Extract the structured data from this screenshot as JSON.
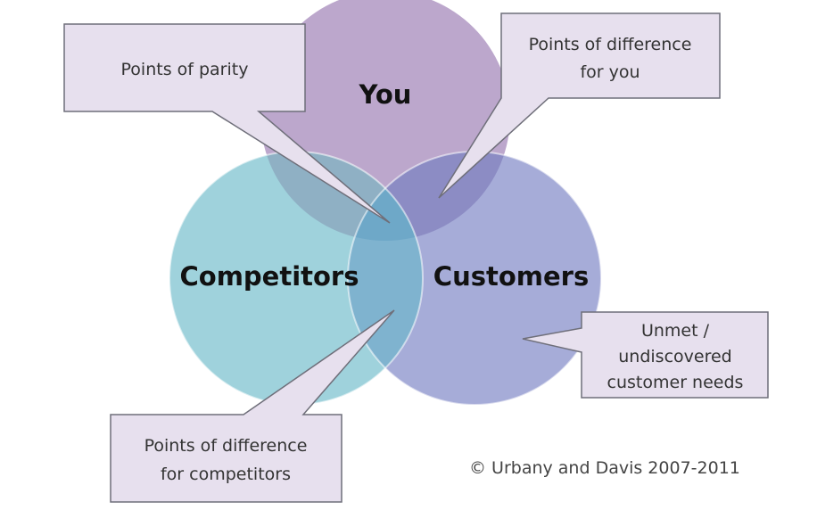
{
  "circles": {
    "you": {
      "label": "You",
      "color": "#bca7cc"
    },
    "competitors": {
      "label": "Competitors",
      "color": "#9fd2dc"
    },
    "customers": {
      "label": "Customers",
      "color": "#a6acd8"
    }
  },
  "overlap_colors": {
    "you_competitors": "#8fb0c4",
    "you_customers": "#8c8cc4",
    "competitors_customers": "#7fb3cf",
    "center": "#6ea8c8"
  },
  "callouts": {
    "parity": {
      "lines": [
        "Points of parity"
      ]
    },
    "difference_you": {
      "lines": [
        "Points of difference",
        "for you"
      ]
    },
    "unmet_needs": {
      "lines": [
        "Unmet /",
        "undiscovered",
        "customer needs"
      ]
    },
    "difference_competitors": {
      "lines": [
        "Points of difference",
        "for competitors"
      ]
    }
  },
  "callout_style": {
    "fill": "#e7e0ee",
    "stroke": "#6f6f7a"
  },
  "copyright": "© Urbany and Davis 2007-2011"
}
